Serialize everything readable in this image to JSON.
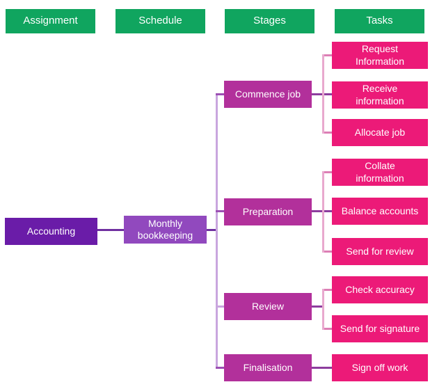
{
  "headers": [
    {
      "label": "Assignment"
    },
    {
      "label": "Schedule"
    },
    {
      "label": "Stages"
    },
    {
      "label": "Tasks"
    }
  ],
  "assignment": {
    "label": "Accounting"
  },
  "schedule": {
    "label": "Monthly\nbookkeeping"
  },
  "stages": [
    {
      "label": "Commence job",
      "tasks": [
        {
          "label": "Request\nInformation"
        },
        {
          "label": "Receive\ninformation"
        },
        {
          "label": "Allocate job"
        }
      ]
    },
    {
      "label": "Preparation",
      "tasks": [
        {
          "label": "Collate\ninformation"
        },
        {
          "label": "Balance accounts"
        },
        {
          "label": "Send for review"
        }
      ]
    },
    {
      "label": "Review",
      "tasks": [
        {
          "label": "Check accuracy"
        },
        {
          "label": "Send for signature"
        }
      ]
    },
    {
      "label": "Finalisation",
      "tasks": [
        {
          "label": "Sign off work"
        }
      ]
    }
  ],
  "colors": {
    "header_green": "#10A55F",
    "assignment_purple": "#6A1CA8",
    "schedule_purple": "#9149BE",
    "stage_magenta": "#B2309B",
    "task_pink": "#EC1A78",
    "connector_dark_purple": "#7030A0",
    "connector_light_purple": "#C9A6DE",
    "connector_medium_purple": "#9C50B4",
    "connector_stage_stub": "#8D3D9E",
    "connector_light_pink": "#E8A9CE",
    "connector_medium_pink": "#DC7FB5"
  }
}
